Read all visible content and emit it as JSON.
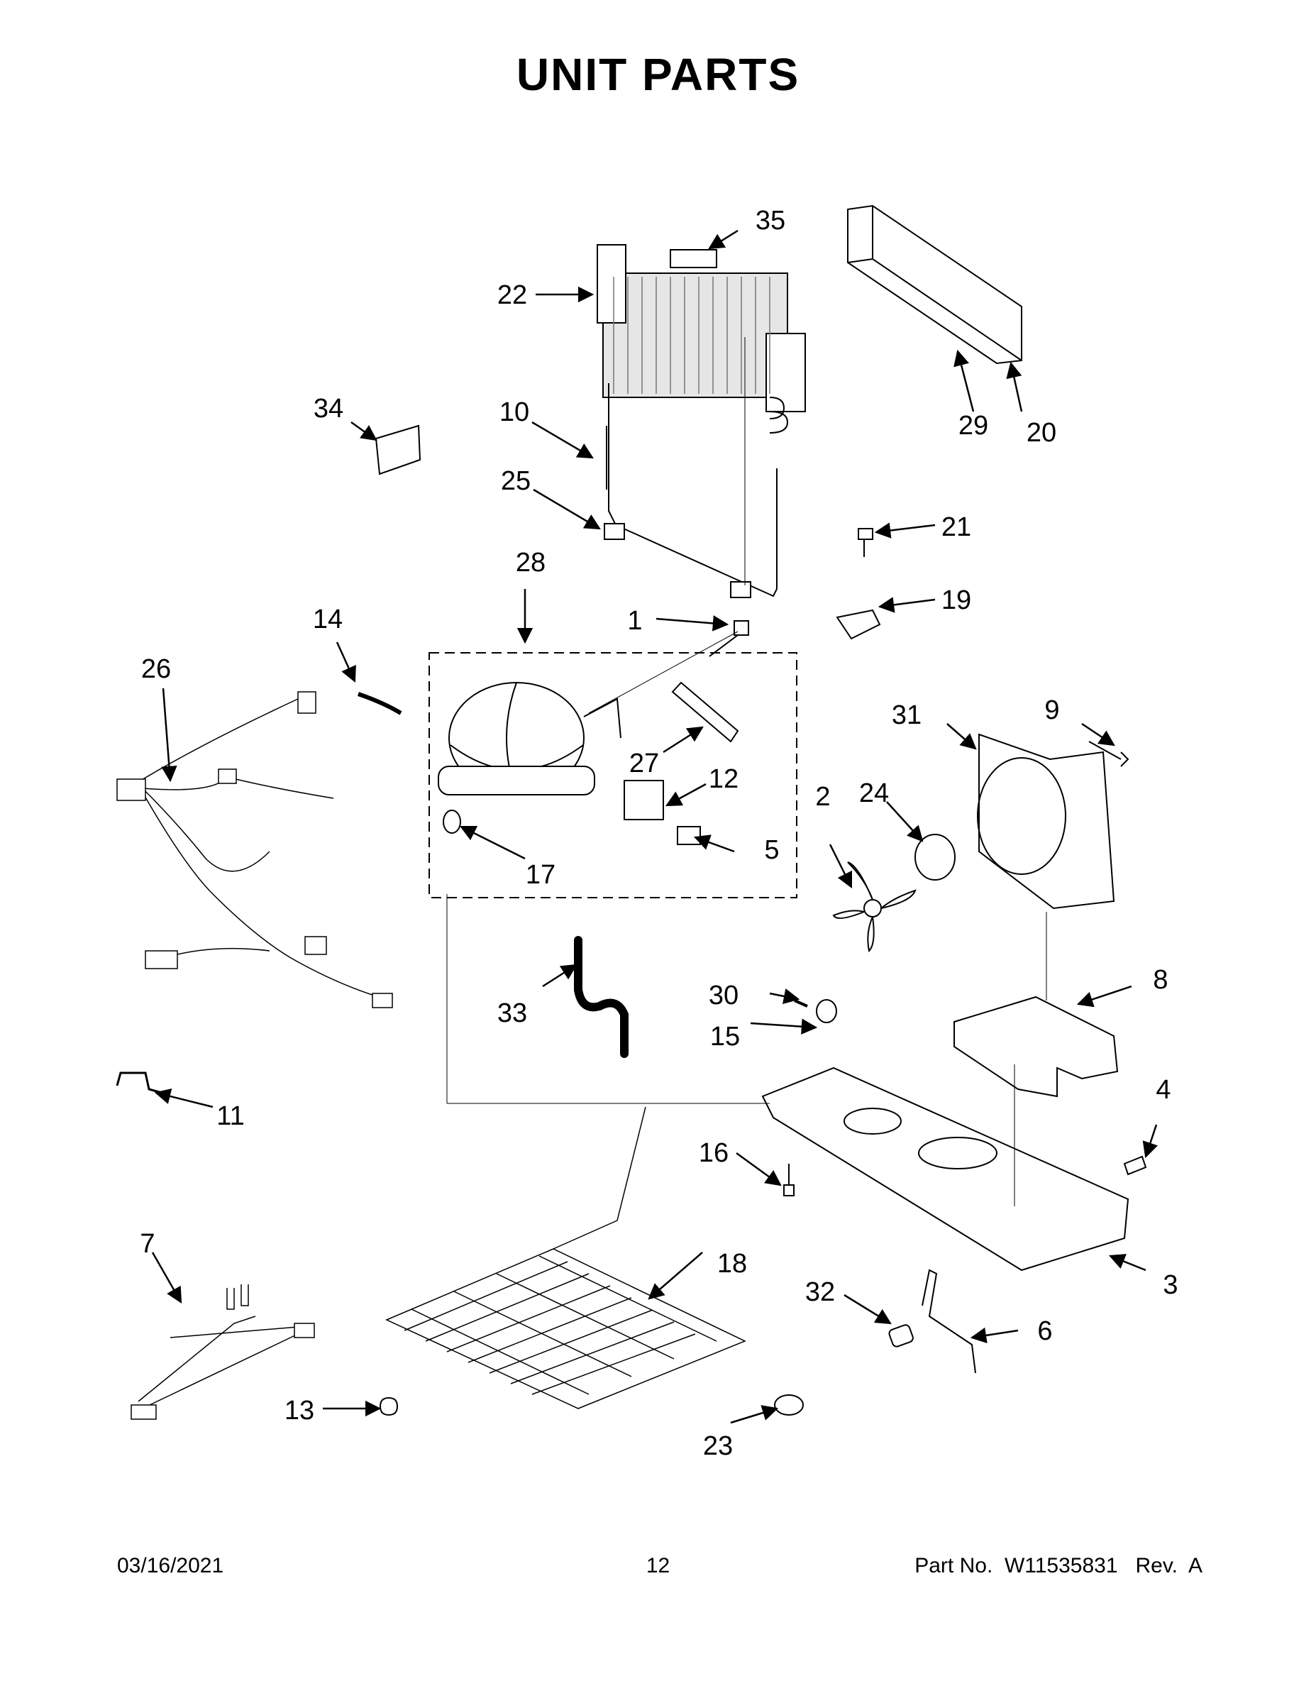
{
  "title": "UNIT PARTS",
  "callouts": {
    "c1": "1",
    "c2": "2",
    "c3": "3",
    "c4": "4",
    "c5": "5",
    "c6": "6",
    "c7": "7",
    "c8": "8",
    "c9": "9",
    "c10": "10",
    "c11": "11",
    "c12": "12",
    "c13": "13",
    "c14": "14",
    "c15": "15",
    "c16": "16",
    "c17": "17",
    "c18": "18",
    "c19": "19",
    "c20": "20",
    "c21": "21",
    "c22": "22",
    "c23": "23",
    "c24": "24",
    "c25": "25",
    "c26": "26",
    "c27": "27",
    "c28": "28",
    "c29": "29",
    "c30": "30",
    "c31": "31",
    "c32": "32",
    "c33": "33",
    "c34": "34",
    "c35": "35"
  },
  "footer": {
    "date": "03/16/2021",
    "page": "12",
    "part": "Part No.  W11535831   Rev.  A"
  }
}
